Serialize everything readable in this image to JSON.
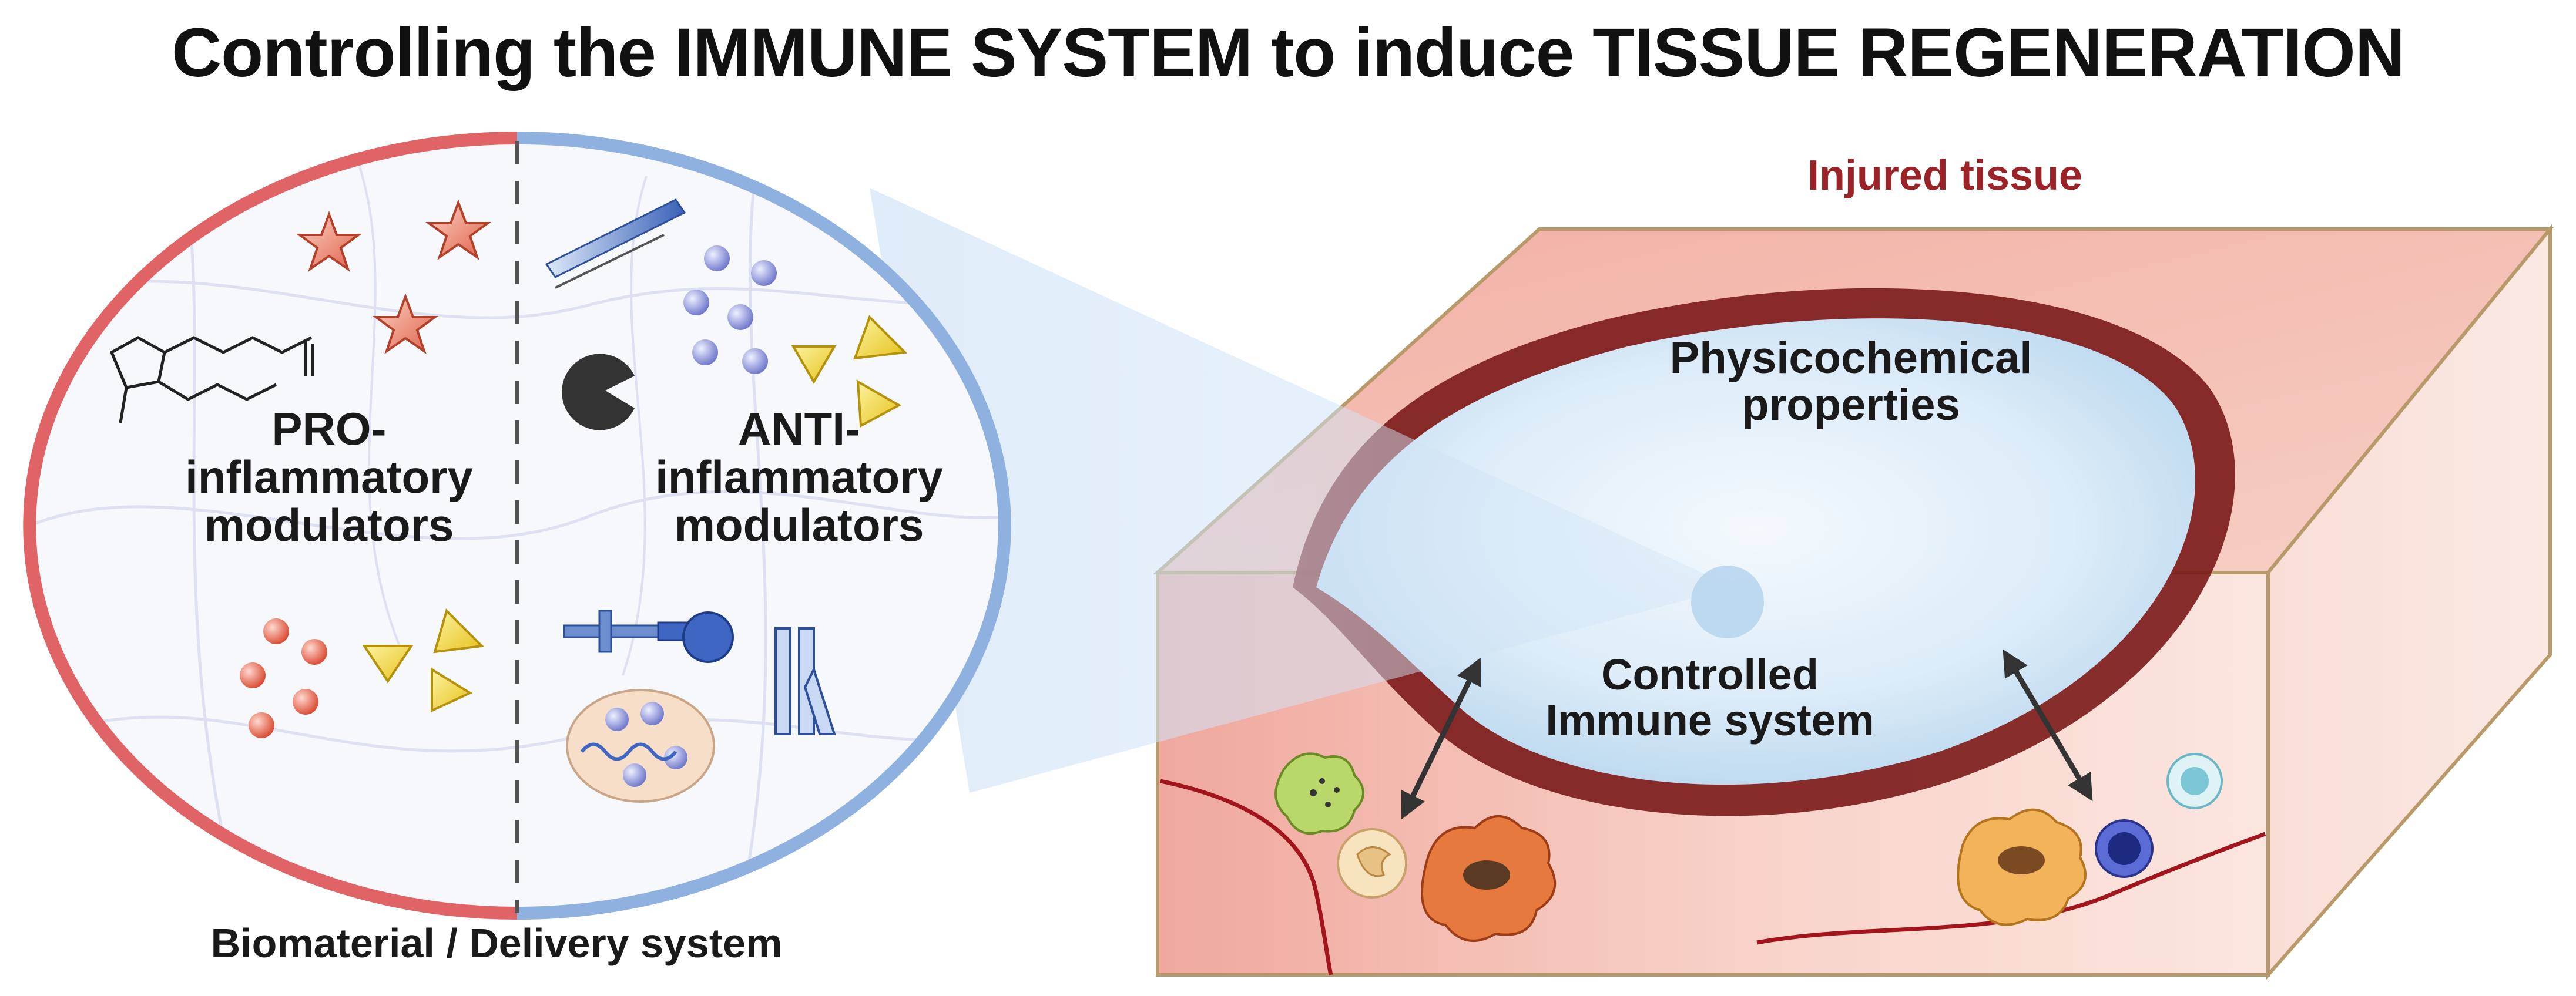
{
  "title": "Controlling the IMMUNE SYSTEM to induce TISSUE REGENERATION",
  "left_panel": {
    "pro_label": [
      "PRO-",
      "inflammatory",
      "modulators"
    ],
    "anti_label": [
      "ANTI-",
      "inflammatory",
      "modulators"
    ],
    "caption": "Biomaterial / Delivery system"
  },
  "right_panel": {
    "tissue_label": "Injured tissue",
    "cavity_label": [
      "Physicochemical",
      "properties"
    ],
    "immune_label": [
      "Controlled",
      "Immune system"
    ]
  },
  "colors": {
    "pro_red": "#e06466",
    "anti_blue": "#8fb1e0",
    "tissue_pink": "#f2b6ac",
    "tissue_border": "#b89a6a",
    "wound_dark": "#7a1a1a",
    "cavity_blue": "#dcecf8",
    "injured_text": "#9b2226"
  }
}
